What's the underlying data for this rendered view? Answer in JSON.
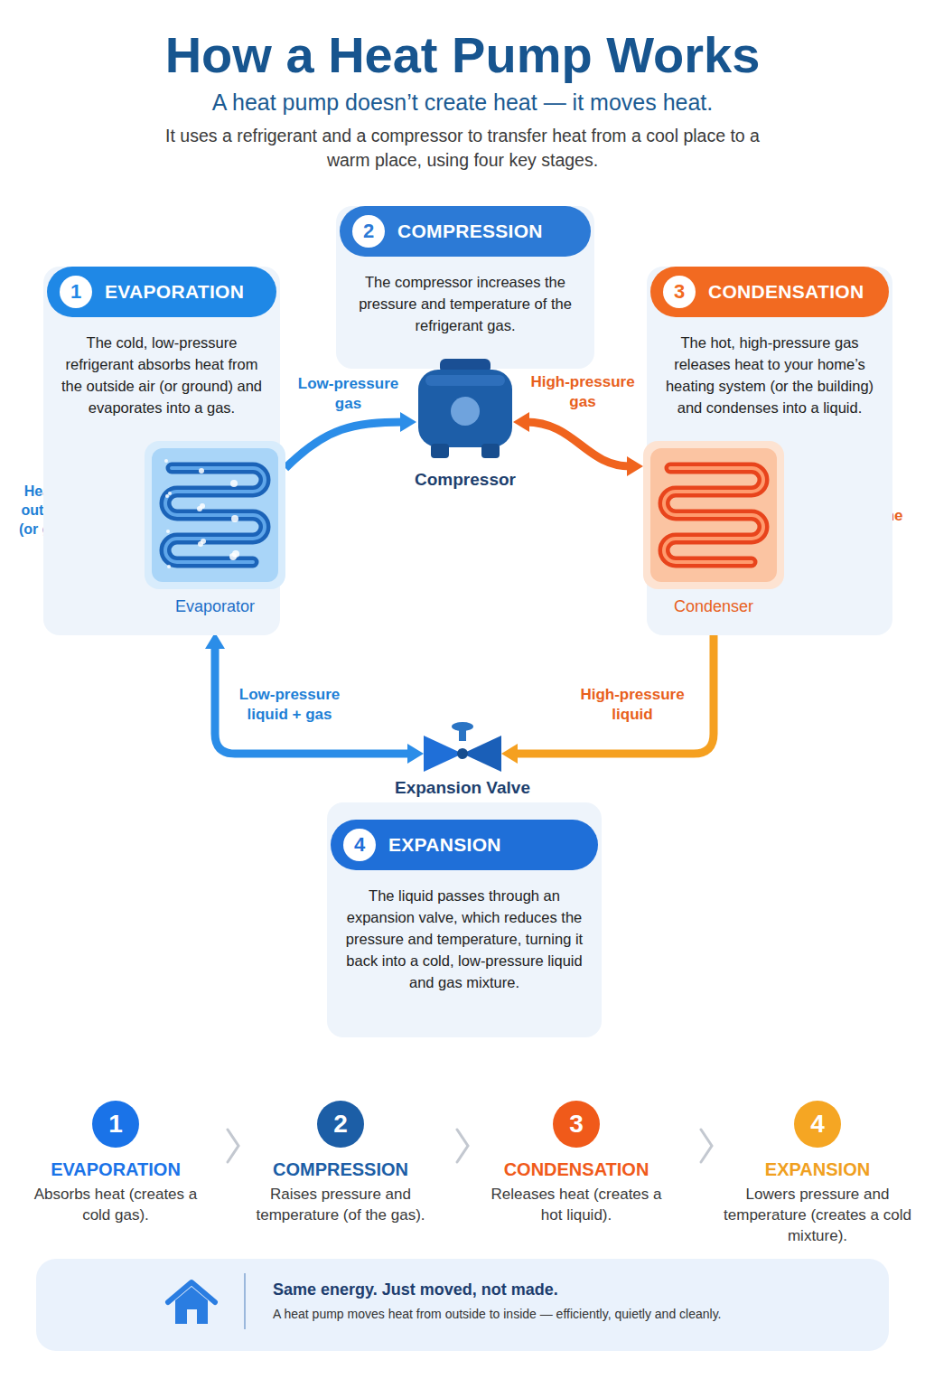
{
  "diagram": {
    "title": "How a Heat Pump Works",
    "nodes": [
      {
        "text": [
          "2",
          "COMPRESSION",
          "The compressor increases the pressure and temperature of the refrigerant gas."
        ]
      },
      {
        "text": [
          "1",
          "EVAPORATION",
          "The cold, low-pressure refrigerant absorbs heat from the outside air (or ground) and evaporates into a gas."
        ]
      },
      {
        "text": [
          "Evaporator"
        ],
        "in": 1
      },
      {
        "text": [
          "Compressor"
        ]
      },
      {
        "text": [
          "3",
          "CONDENSATION",
          "The hot, high-pressure gas releases heat to your home’s heating system (or the building) and condenses into a liquid."
        ]
      },
      {
        "text": [
          "Condenser"
        ],
        "in": 4
      },
      {
        "text": [
          "Expansion Valve"
        ]
      },
      {
        "text": [
          "4",
          "EXPANSION",
          "The liquid passes through an expansion valve, which reduces the pressure and temperature, turning it back into a cold, low-pressure liquid and gas mixture."
        ]
      },
      {
        "text": [
          "1",
          "EVAPORATION",
          "Absorbs heat (creates a cold gas)."
        ]
      },
      {
        "text": [
          "2",
          "COMPRESSION",
          "Raises pressure and temperature (of the gas)."
        ]
      },
      {
        "text": [
          "3",
          "CONDENSATION",
          "Releases heat (creates a hot liquid)."
        ]
      },
      {
        "text": [
          "4",
          "EXPANSION",
          "Lowers pressure and temperature (creates a cold mixture)."
        ]
      },
      {
        "text": [
          "Same energy. Just moved, not made.",
          "A heat pump moves heat from outside to inside — efficiently, quietly and cleanly."
        ]
      }
    ],
    "edges": [
      {
        "from": 2,
        "to": 3,
        "arrow": "to",
        "label": "Low-pressure gas"
      },
      {
        "from": 3,
        "to": 5,
        "arrow": "both",
        "label": "High-pressure gas"
      },
      {
        "from": 5,
        "to": 6,
        "arrow": "to",
        "label": "High-pressure liquid"
      },
      {
        "from": 6,
        "to": 2,
        "arrow": "both",
        "label": "Low-pressure liquid + gas"
      }
    ],
    "labels": [
      "A heat pump doesn’t create heat — it moves heat.",
      "It uses a refrigerant and a compressor to transfer heat from a cool place to a warm place, using four key stages.",
      "Heat from outside air (or ground)",
      "Heat to your home"
    ]
  }
}
